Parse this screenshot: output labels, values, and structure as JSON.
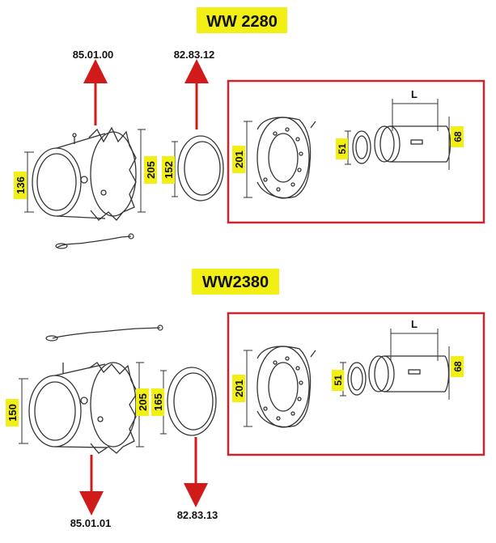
{
  "colors": {
    "highlight": "#f2ef14",
    "arrow": "#d11a1a",
    "frame": "#c9252c",
    "line": "#333333"
  },
  "top": {
    "model": "WW 2280",
    "ref_left": "85.01.00",
    "ref_right": "82.83.12",
    "dims": {
      "body_diameter": "136",
      "body_outer": "205",
      "ring": "152",
      "flange": "201",
      "small_ring": "51",
      "tube": "68",
      "length": "L"
    }
  },
  "bottom": {
    "model": "WW2380",
    "ref_left": "85.01.01",
    "ref_right": "82.83.13",
    "dims": {
      "body_diameter": "150",
      "body_outer": "205",
      "ring": "165",
      "flange": "201",
      "small_ring": "51",
      "tube": "68",
      "length": "L"
    }
  }
}
